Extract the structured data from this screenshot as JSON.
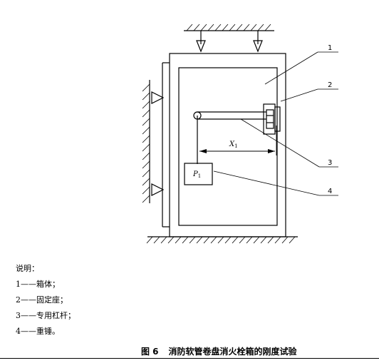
{
  "diagram": {
    "callouts": [
      "1",
      "2",
      "3",
      "4"
    ],
    "dimension_label": "X",
    "dimension_subscript": "1",
    "weight_label": "P",
    "weight_subscript": "1"
  },
  "legend": {
    "heading": "说明：",
    "items": [
      {
        "number": "1",
        "dash": "——",
        "text": "箱体；"
      },
      {
        "number": "2",
        "dash": "——",
        "text": "固定座；"
      },
      {
        "number": "3",
        "dash": "——",
        "text": "专用杠杆；"
      },
      {
        "number": "4",
        "dash": "——",
        "text": "重锤。"
      }
    ]
  },
  "caption": {
    "figure_number": "图 6",
    "title": "消防软管卷盘消火栓箱的刚度试验"
  },
  "colors": {
    "line": "#000000",
    "background": "#ffffff"
  }
}
